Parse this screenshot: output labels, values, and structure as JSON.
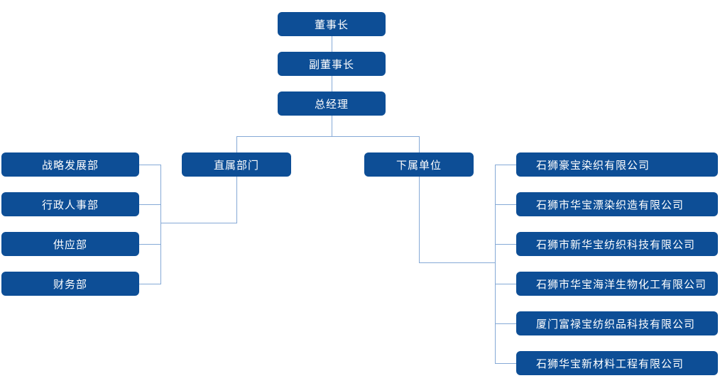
{
  "title": "organization-chart",
  "colors": {
    "node_fill": "#0d4e96",
    "node_text": "#ffffff",
    "connector": "#85a9d6",
    "background": "#ffffff"
  },
  "nodes": {
    "chairman": "董事长",
    "vice_chairman": "副董事长",
    "general_manager": "总经理",
    "direct_departments": "直属部门",
    "subordinate_units": "下属单位"
  },
  "departments": [
    "战略发展部",
    "行政人事部",
    "供应部",
    "财务部"
  ],
  "companies": [
    "石狮豪宝染织有限公司",
    "石狮市华宝漂染织造有限公司",
    "石狮市新华宝纺织科技有限公司",
    "石狮市华宝海洋生物化工有限公司",
    "厦门富禄宝纺织品科技有限公司",
    "石狮华宝新材料工程有限公司"
  ]
}
